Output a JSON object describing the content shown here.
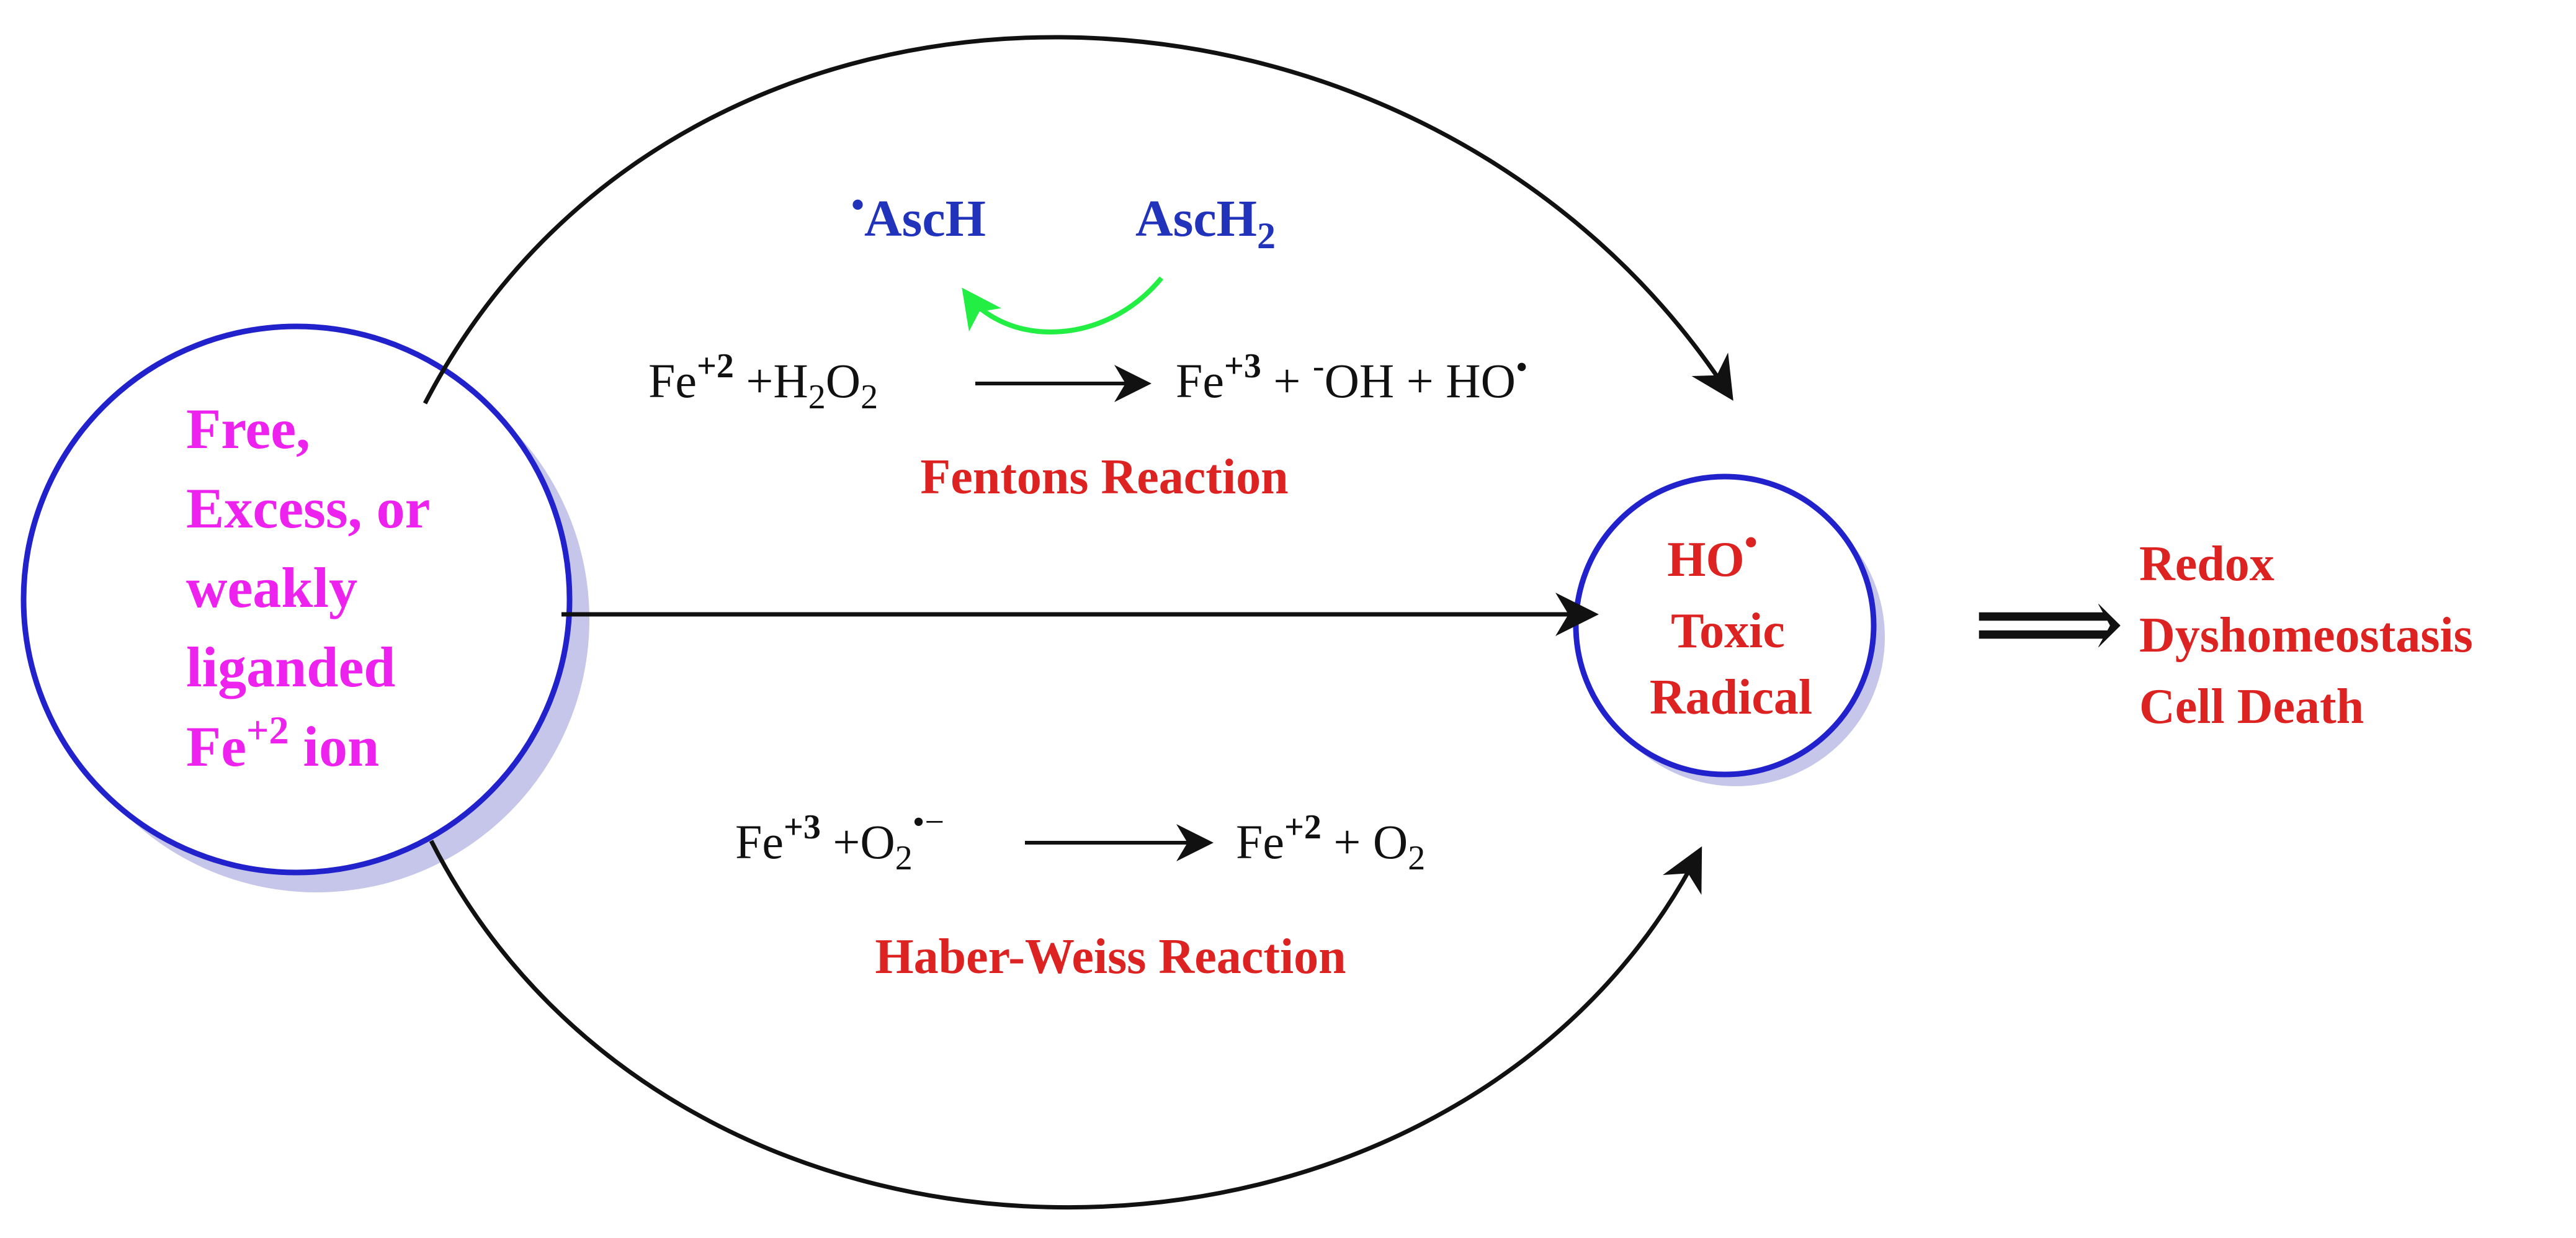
{
  "colors": {
    "circle_stroke": "#2222cc",
    "circle_shadow": "#c6c6ea",
    "source_text": "#ee22ee",
    "red_text": "#dd2222",
    "ascorbate_text": "#2233bb",
    "green_arrow": "#22ee44",
    "black": "#111111"
  },
  "source": {
    "lines": [
      "Free,",
      "Excess, or",
      "weakly",
      "liganded"
    ],
    "ion_base": "Fe",
    "ion_sup": "+2",
    "ion_suffix": " ion"
  },
  "ascorbate": {
    "radical_dot": "•",
    "radical_name": "AscH",
    "reduced_name": "AscH",
    "reduced_sub": "2"
  },
  "fenton": {
    "fe_left": "Fe",
    "fe_left_sup": "+2",
    "plus_h": " +H",
    "h_sub": "2",
    "o": "O",
    "o_sub": "2",
    "fe_right": "Fe",
    "fe_right_sup": "+3",
    "plus_1": " + ",
    "hydroxide_sup": "-",
    "hydroxide": "OH",
    "plus_2": " + HO",
    "radical_dot": "•",
    "label": "Fentons Reaction"
  },
  "haber_weiss": {
    "fe_left": "Fe",
    "fe_left_sup": "+3",
    "plus_o": " +O",
    "o_sub": "2",
    "o_sup": "•−",
    "fe_right": "Fe",
    "fe_right_sup": "+2",
    "plus_o2": " + O",
    "o2_sub": "2",
    "label": "Haber-Weiss Reaction"
  },
  "product": {
    "ho": "HO",
    "ho_dot": "•",
    "line1": "Toxic",
    "line2": "Radical"
  },
  "outcome": {
    "arrow": "⟹",
    "lines": [
      "Redox",
      "Dyshomeostasis",
      "Cell Death"
    ]
  }
}
